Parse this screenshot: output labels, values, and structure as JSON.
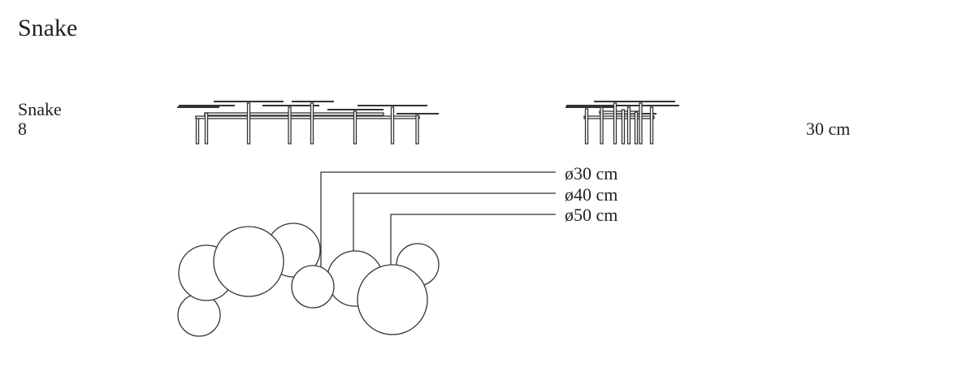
{
  "title": "Snake",
  "product": {
    "name": "Snake",
    "count": "8",
    "height": "30 cm"
  },
  "diameters": [
    "ø30 cm",
    "ø40 cm",
    "ø50 cm"
  ],
  "colors": {
    "line": "#333333",
    "background": "#ffffff"
  }
}
